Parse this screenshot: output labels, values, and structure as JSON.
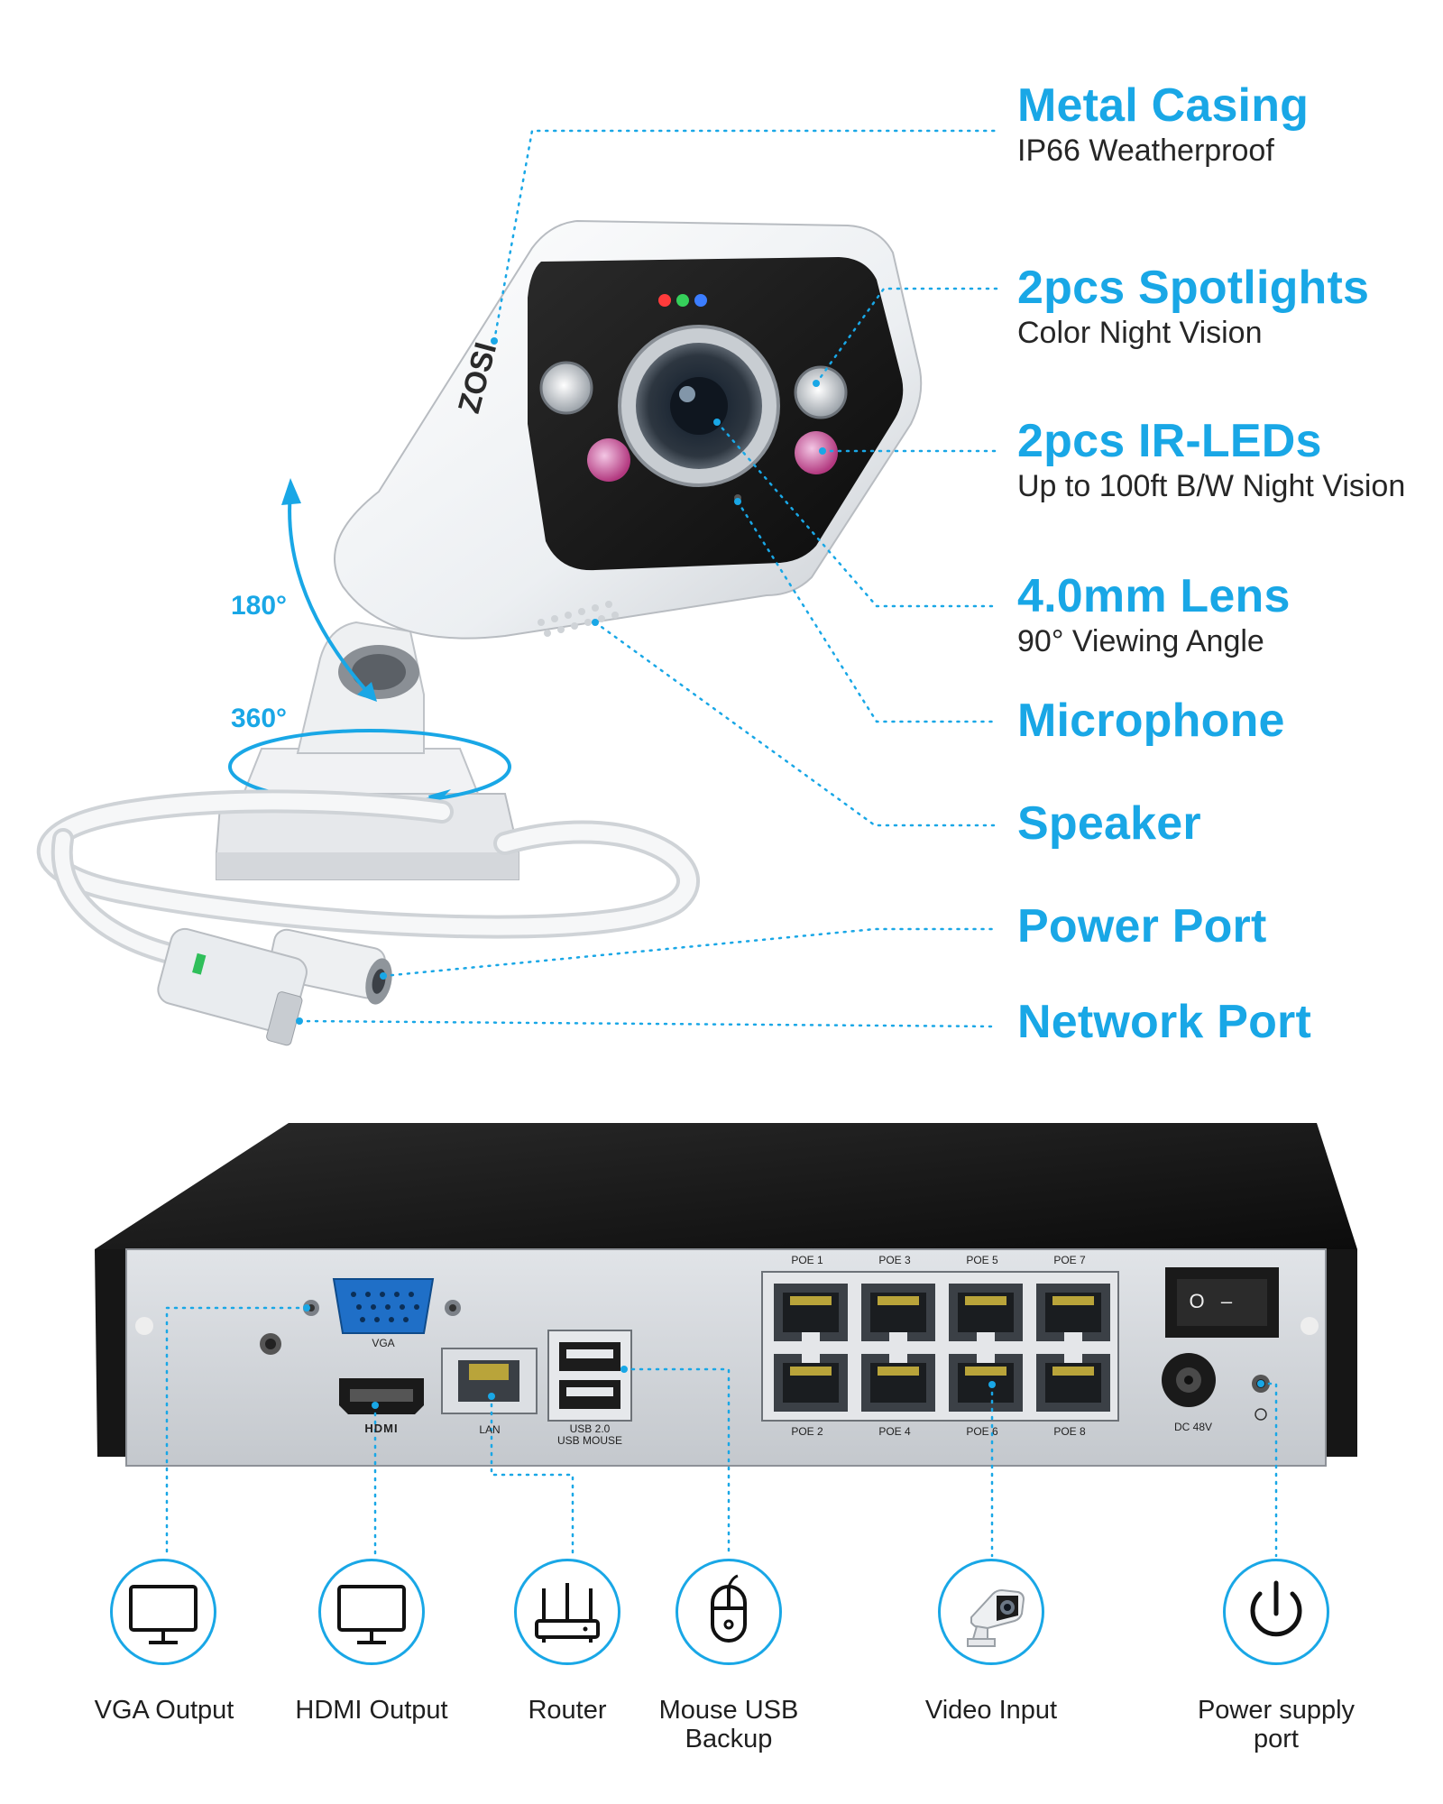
{
  "camera": {
    "brand": "ZOSI",
    "rotate_vertical": "180°",
    "rotate_horizontal": "360°",
    "callouts": [
      {
        "title": "Metal Casing",
        "subtitle": "IP66 Weatherproof"
      },
      {
        "title": "2pcs Spotlights",
        "subtitle": "Color Night Vision"
      },
      {
        "title": "2pcs IR-LEDs",
        "subtitle": "Up to 100ft B/W Night Vision"
      },
      {
        "title": "4.0mm Lens",
        "subtitle": "90° Viewing Angle"
      },
      {
        "title": "Microphone",
        "subtitle": ""
      },
      {
        "title": "Speaker",
        "subtitle": ""
      },
      {
        "title": "Power Port",
        "subtitle": ""
      },
      {
        "title": "Network Port",
        "subtitle": ""
      }
    ]
  },
  "nvr": {
    "port_labels": {
      "vga": "VGA",
      "hdmi": "HDMI",
      "lan": "LAN",
      "usb_line1": "USB 2.0",
      "usb_line2": "USB MOUSE",
      "poe1": "POE 1",
      "poe2": "POE 2",
      "poe3": "POE 3",
      "poe4": "POE 4",
      "poe5": "POE 5",
      "poe6": "POE 6",
      "poe7": "POE 7",
      "poe8": "POE 8",
      "dc": "DC 48V",
      "switch_on": "O",
      "switch_off": "–"
    }
  },
  "icons": [
    {
      "name": "monitor-icon",
      "label_line1": "VGA Output",
      "label_line2": ""
    },
    {
      "name": "monitor-icon",
      "label_line1": "HDMI Output",
      "label_line2": ""
    },
    {
      "name": "router-icon",
      "label_line1": "Router",
      "label_line2": ""
    },
    {
      "name": "mouse-icon",
      "label_line1": "Mouse USB",
      "label_line2": "Backup"
    },
    {
      "name": "camera-icon",
      "label_line1": "Video Input",
      "label_line2": ""
    },
    {
      "name": "power-icon",
      "label_line1": "Power supply",
      "label_line2": "port"
    }
  ],
  "colors": {
    "accent": "#19a7e6",
    "nvr_body": "#1e1e1e",
    "nvr_panel": "#cfd2d6"
  }
}
